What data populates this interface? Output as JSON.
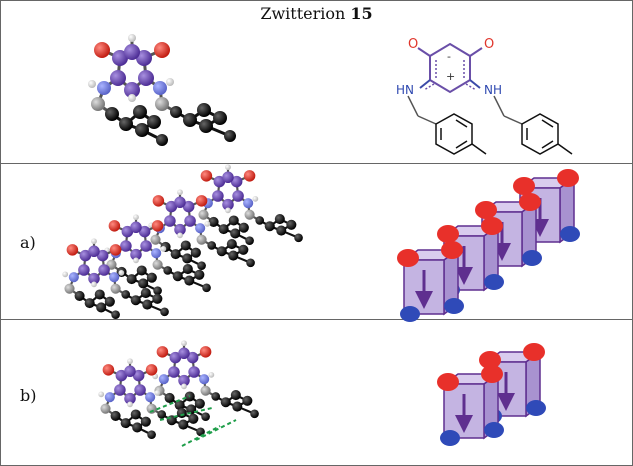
{
  "header": {
    "title": "Zwitterion",
    "compound_number": "15"
  },
  "rows": [
    {
      "label": ""
    },
    {
      "label": "a)"
    },
    {
      "label": "b)"
    }
  ],
  "structure": {
    "atom_labels": [
      "O",
      "O",
      "HN",
      "NH"
    ],
    "charges": [
      "-",
      "+"
    ]
  },
  "colors": {
    "oxygen": "#e0352b",
    "nitrogen": "#2f49b0",
    "ring": "#7755b0",
    "carbon": "#111111",
    "hydrogen": "#ffffff",
    "grey_carbon": "#888888",
    "cube_face": "#c4b4e2",
    "cube_edge": "#5f2f8f",
    "hbond": "#1f9e4a"
  },
  "icons": [
    "ball-and-stick-model",
    "chemical-structure",
    "cube-stack",
    "dipole-arrow"
  ]
}
